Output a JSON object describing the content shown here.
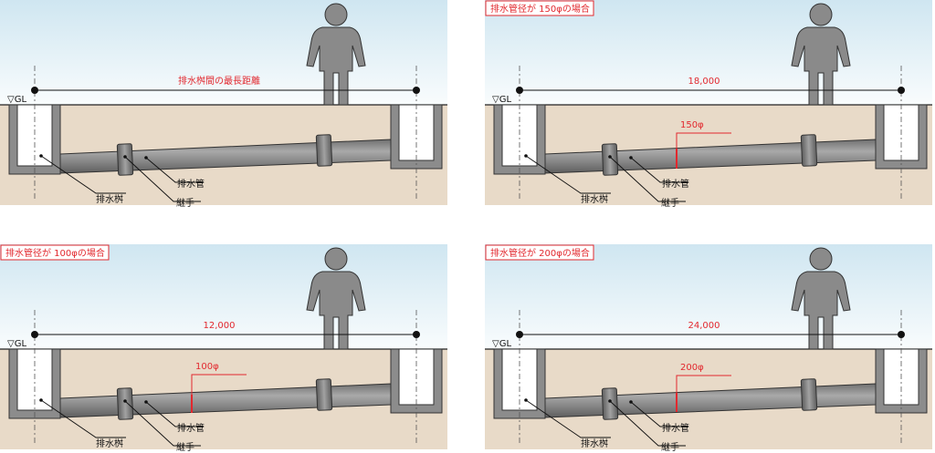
{
  "panels": [
    {
      "id": "top-left",
      "title": "",
      "dimension": "排水桝間の最長距離",
      "diameter": "",
      "ground": "▽GL",
      "basin": "排水桝",
      "pipe": "",
      "joint": "継手",
      "pipe2": "排水管"
    },
    {
      "id": "top-right",
      "title": "排水管径が 150φの場合",
      "dimension": "18,000",
      "diameter": "150φ",
      "ground": "▽GL",
      "basin": "排水桝",
      "joint": "継手",
      "pipe2": "排水管"
    },
    {
      "id": "bottom-left",
      "title": "排水管径が 100φの場合",
      "dimension": "12,000",
      "diameter": "100φ",
      "ground": "▽GL",
      "basin": "排水桝",
      "joint": "継手",
      "pipe2": "排水管"
    },
    {
      "id": "bottom-right",
      "title": "排水管径が 200φの場合",
      "dimension": "24,000",
      "diameter": "200φ",
      "ground": "▽GL",
      "basin": "排水桝",
      "joint": "継手",
      "pipe2": "排水管"
    }
  ],
  "colors": {
    "sky_top": "#cfe6f1",
    "sky_bottom": "#f7fbfd",
    "soil": "#e9dccb",
    "concrete": "#8a8a8a",
    "pipe": "#8e8e8e",
    "figure": "#8c8c8c",
    "accent": "#e2282e"
  }
}
